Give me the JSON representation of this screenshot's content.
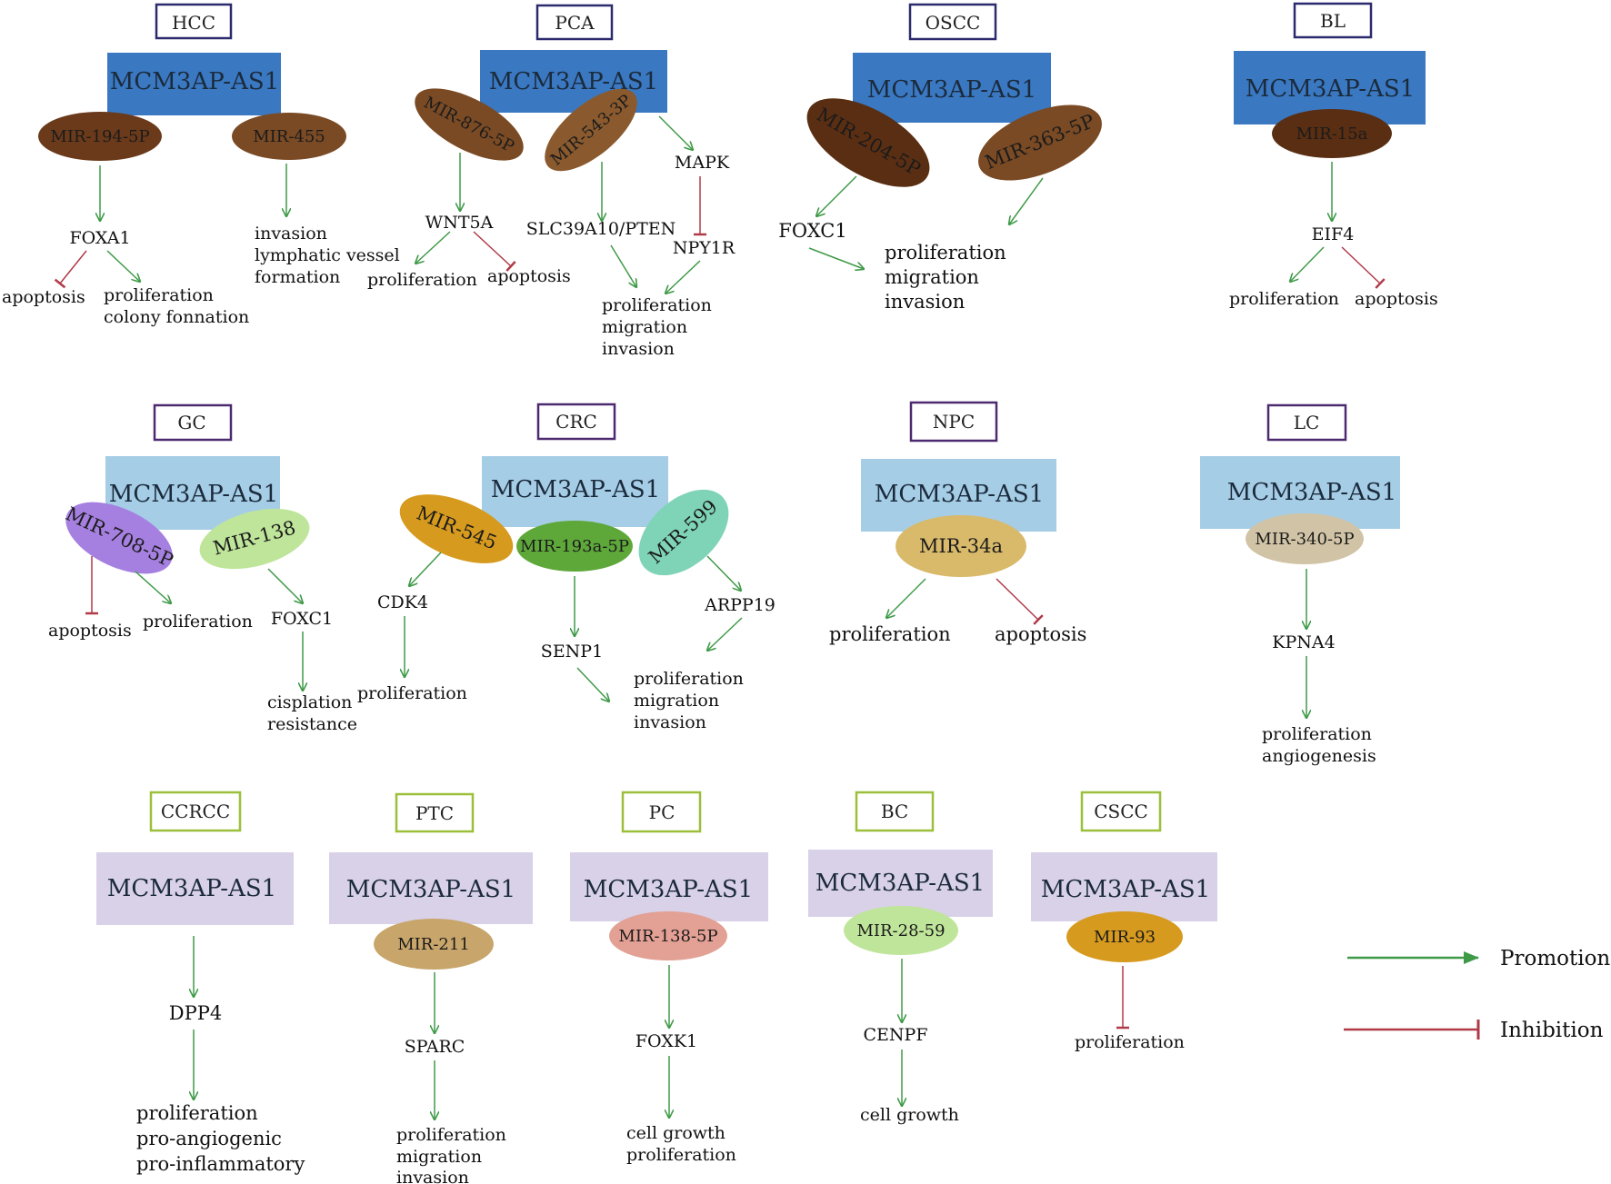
{
  "colors": {
    "promotion": "#3f9a48",
    "inhibition": "#b03a48",
    "row1_box": "#3a78c2",
    "row2_box": "#a6cde6",
    "row3_box": "#d9d1e8",
    "row1_tag_border": "#2c2a6e",
    "row2_tag_border": "#4d2a70",
    "row3_tag_border": "#9cbf3a"
  },
  "lncrna": "MCM3AP-AS1",
  "legend": {
    "promotion": "Promotion",
    "inhibition": "Inhibition"
  },
  "panels": {
    "hcc": {
      "tag": "HCC",
      "mirs": [
        "MIR-194-5P",
        "MIR-455"
      ],
      "targets": [
        "FOXA1"
      ],
      "outcomes": [
        "apoptosis",
        "proliferation",
        "colony fonnation",
        "invasion",
        "lymphatic vessel",
        "formation"
      ]
    },
    "pca": {
      "tag": "PCA",
      "mirs": [
        "MIR-876-5P",
        "MIR-543-3P"
      ],
      "targets": [
        "WNT5A",
        "MAPK",
        "SLC39A10/PTEN",
        "NPY1R"
      ],
      "outcomes": [
        "proliferation",
        "apoptosis",
        "proliferation",
        "migration",
        "invasion"
      ]
    },
    "oscc": {
      "tag": "OSCC",
      "mirs": [
        "MIR-204-5P",
        "MIR-363-5P"
      ],
      "targets": [
        "FOXC1"
      ],
      "outcomes": [
        "proliferation",
        "migration",
        "invasion"
      ]
    },
    "bl": {
      "tag": "BL",
      "mirs": [
        "MIR-15a"
      ],
      "targets": [
        "EIF4"
      ],
      "outcomes": [
        "proliferation",
        "apoptosis"
      ]
    },
    "gc": {
      "tag": "GC",
      "mirs": [
        "MIR-708-5P",
        "MIR-138"
      ],
      "targets": [
        "FOXC1"
      ],
      "outcomes": [
        "apoptosis",
        "proliferation",
        "cisplation",
        "resistance"
      ]
    },
    "crc": {
      "tag": "CRC",
      "mirs": [
        "MIR-545",
        "MIR-193a-5P",
        "MIR-599"
      ],
      "targets": [
        "CDK4",
        "SENP1",
        "ARPP19"
      ],
      "outcomes": [
        "proliferation",
        "proliferation",
        "migration",
        "invasion"
      ]
    },
    "npc": {
      "tag": "NPC",
      "mirs": [
        "MIR-34a"
      ],
      "outcomes": [
        "proliferation",
        "apoptosis"
      ]
    },
    "lc": {
      "tag": "LC",
      "mirs": [
        "MIR-340-5P"
      ],
      "targets": [
        "KPNA4"
      ],
      "outcomes": [
        "proliferation",
        "angiogenesis"
      ]
    },
    "ccrcc": {
      "tag": "CCRCC",
      "targets": [
        "DPP4"
      ],
      "outcomes": [
        "proliferation",
        "pro-angiogenic",
        "pro-inflammatory"
      ]
    },
    "ptc": {
      "tag": "PTC",
      "mirs": [
        "MIR-211"
      ],
      "targets": [
        "SPARC"
      ],
      "outcomes": [
        "proliferation",
        "migration",
        "invasion"
      ]
    },
    "pc": {
      "tag": "PC",
      "mirs": [
        "MIR-138-5P"
      ],
      "targets": [
        "FOXK1"
      ],
      "outcomes": [
        "cell growth",
        "proliferation"
      ]
    },
    "bc": {
      "tag": "BC",
      "mirs": [
        "MIR-28-59"
      ],
      "targets": [
        "CENPF"
      ],
      "outcomes": [
        "cell growth"
      ]
    },
    "cscc": {
      "tag": "CSCC",
      "mirs": [
        "MIR-93"
      ],
      "outcomes": [
        "proliferation"
      ]
    }
  }
}
